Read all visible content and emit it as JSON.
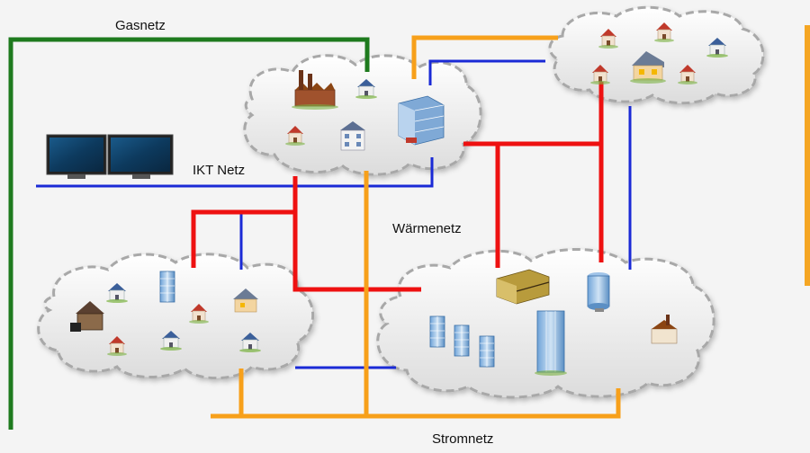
{
  "labels": {
    "gasnetz": "Gasnetz",
    "ikt_netz": "IKT Netz",
    "waermenetz": "Wärmenetz",
    "stromnetz": "Stromnetz"
  },
  "colors": {
    "gas": "#1e7a1e",
    "ikt": "#1a2ad6",
    "waerme": "#ee1111",
    "strom": "#f7a01a",
    "cloud_fill": "#ececec",
    "cloud_stroke": "#a8a8a8",
    "accent_right": "#f5a623"
  },
  "icons": [
    "monitor-icon",
    "factory-icon",
    "house-icon",
    "office-building-icon",
    "apartment-icon",
    "hotel-icon",
    "skyscraper-icon",
    "glass-tower-icon",
    "barn-icon"
  ]
}
